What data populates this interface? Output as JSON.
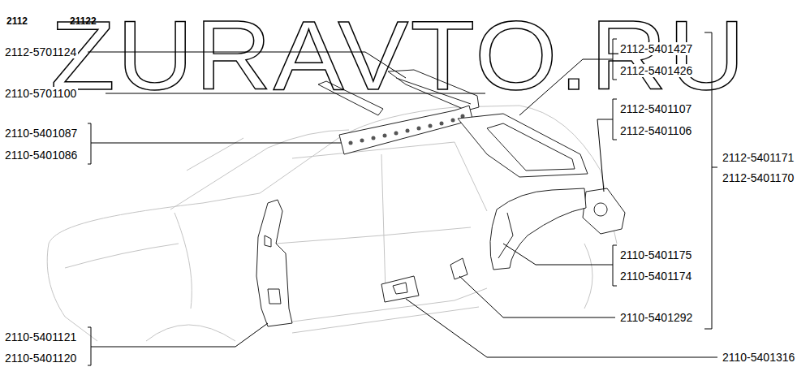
{
  "diagram": {
    "labels": [
      "2112",
      "21122",
      "ZURAVTO.RU",
      "2112-5701124",
      "2110-5701100",
      "2112-5401427",
      "2112-5401426",
      "2112-5401107",
      "2112-5401106",
      "2110-5401087",
      "2110-5401086",
      "2112-5401171",
      "2112-5401170",
      "2110-5401175",
      "2110-5401174",
      "2110-5401292",
      "2110-5401121",
      "2110-5401120",
      "2110-5401316"
    ]
  }
}
